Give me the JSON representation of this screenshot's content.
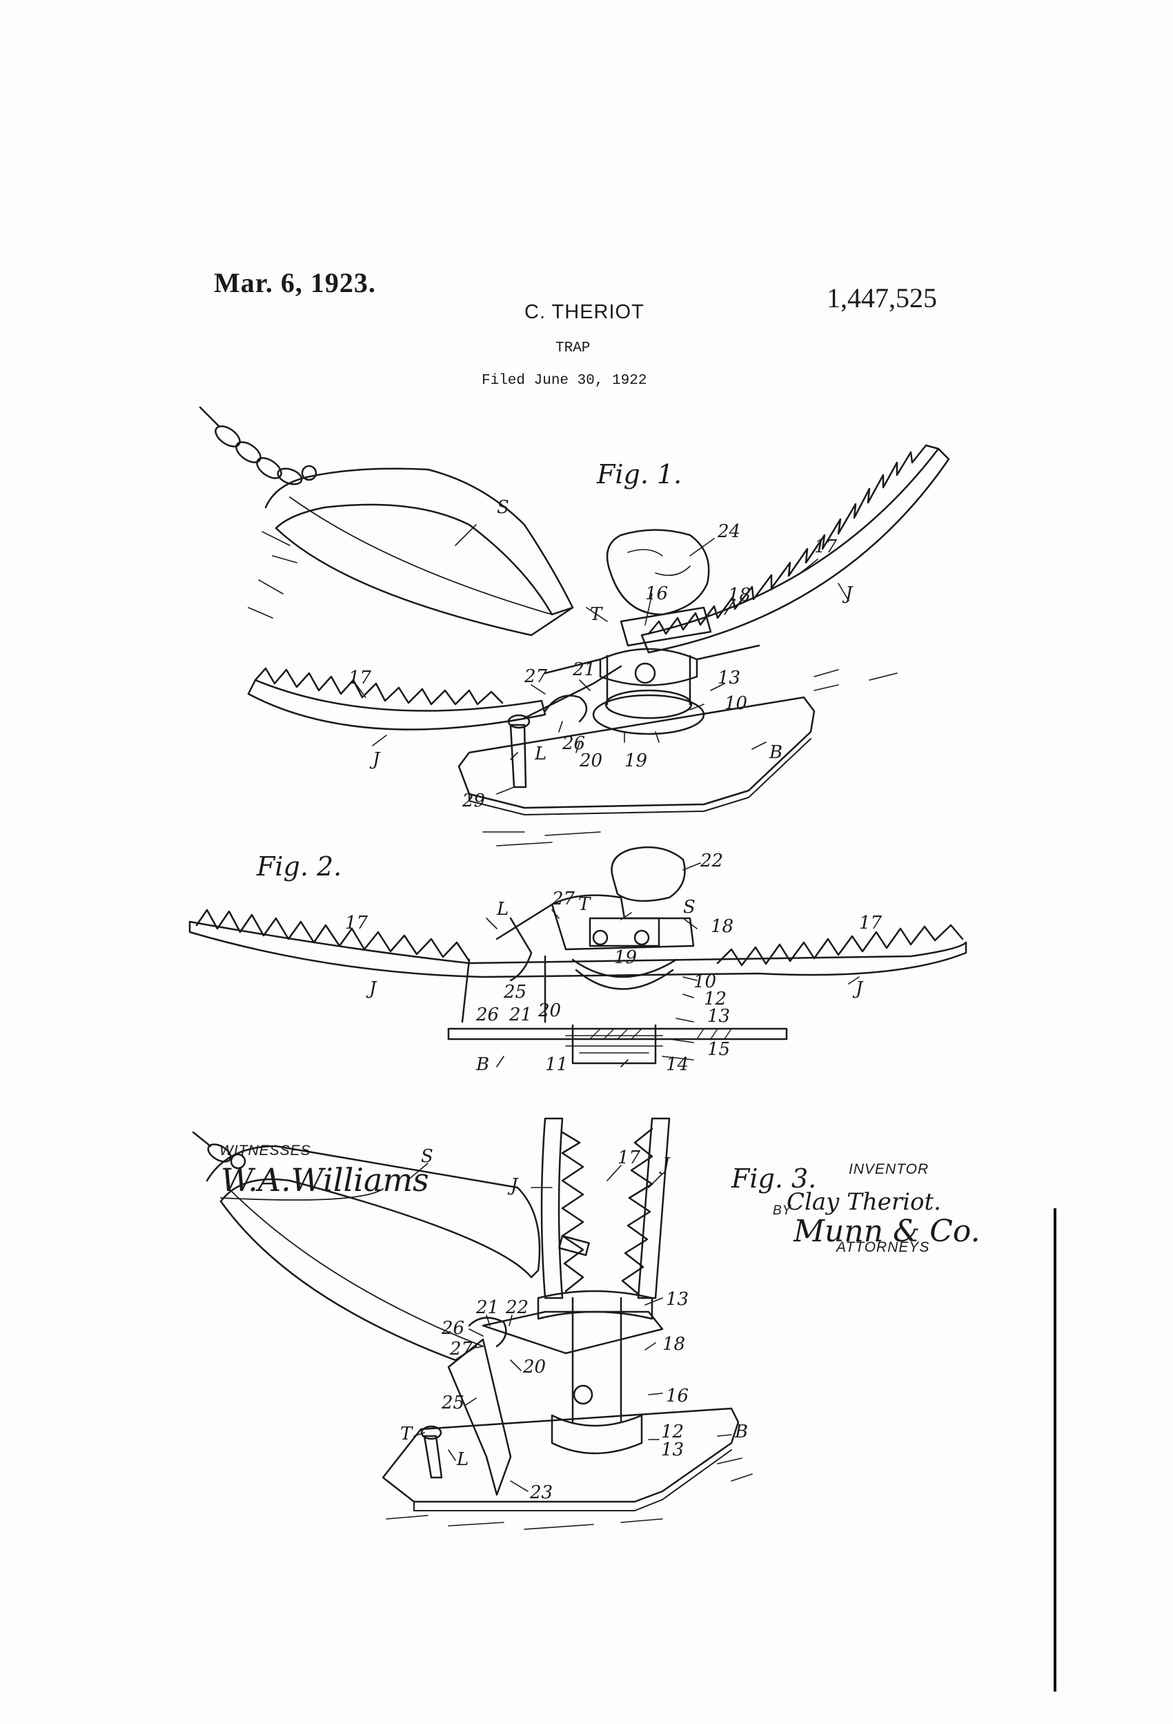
{
  "header": {
    "date": "Mar. 6, 1923.",
    "patent_number": "1,447,525",
    "inventor": "C. THERIOT",
    "title": "TRAP",
    "filed": "Filed June 30, 1922"
  },
  "figures": [
    {
      "label": "Fig. 1."
    },
    {
      "label": "Fig. 2."
    },
    {
      "label": "Fig. 3."
    }
  ],
  "fig1_refs": {
    "s": "S",
    "t": "T",
    "j_left": "J",
    "j_right": "J",
    "l": "L",
    "b": "B",
    "n24": "24",
    "n17a": "17",
    "n17b": "17",
    "n16": "16",
    "n18": "18",
    "n27": "27",
    "n21": "21",
    "n13": "13",
    "n10": "10",
    "n26": "26",
    "n20": "20",
    "n19": "19",
    "n29": "29"
  },
  "fig2_refs": {
    "n22": "22",
    "l": "L",
    "n27": "27",
    "t": "T",
    "s": "S",
    "n18": "18",
    "n17a": "17",
    "n17b": "17",
    "j_left": "J",
    "j_right": "J",
    "n25": "25",
    "n26": "26",
    "n21": "21",
    "n20": "20",
    "n10": "10",
    "n12": "12",
    "n13": "13",
    "b": "B",
    "n11": "11",
    "n14": "14",
    "n15": "15",
    "n19": "19"
  },
  "fig3_refs": {
    "s": "S",
    "j_left": "J",
    "j_right": "J",
    "n17": "17",
    "n21": "21",
    "n22": "22",
    "n13": "13",
    "n26": "26",
    "n27": "27",
    "n20": "20",
    "n18": "18",
    "n25": "25",
    "n16": "16",
    "t": "T",
    "n12": "12",
    "b": "B",
    "n13b": "13",
    "l": "L",
    "n23": "23"
  },
  "signatures": {
    "witnesses_label": "WITNESSES",
    "witness_name": "W.A.Williams",
    "inventor_label": "INVENTOR",
    "inventor_signature": "Clay Theriot.",
    "by_label": "BY",
    "attorney_signature": "Munn & Co.",
    "attorneys_label": "ATTORNEYS"
  }
}
